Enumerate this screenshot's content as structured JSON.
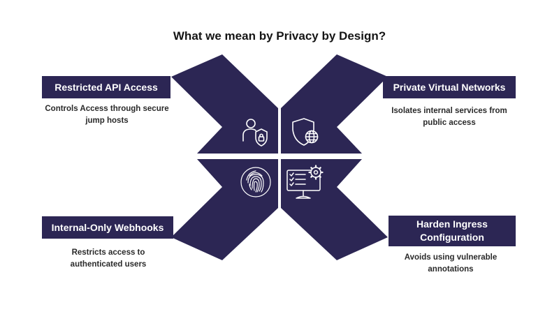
{
  "title": "What we mean by Privacy by Design?",
  "colors": {
    "panel": "#2c2654",
    "icon": "#ffffff",
    "background": "#ffffff"
  },
  "quadrants": [
    {
      "label": "Restricted API Access",
      "description": "Controls Access through secure jump hosts",
      "icon": "user-shield-lock-icon"
    },
    {
      "label": "Private Virtual Networks",
      "description": "Isolates internal services from public access",
      "icon": "shield-globe-icon"
    },
    {
      "label": "Internal-Only Webhooks",
      "description": "Restricts access to authenticated users",
      "icon": "fingerprint-icon"
    },
    {
      "label": "Harden Ingress Configuration",
      "description": "Avoids using vulnerable annotations",
      "icon": "monitor-checklist-gear-icon"
    }
  ]
}
